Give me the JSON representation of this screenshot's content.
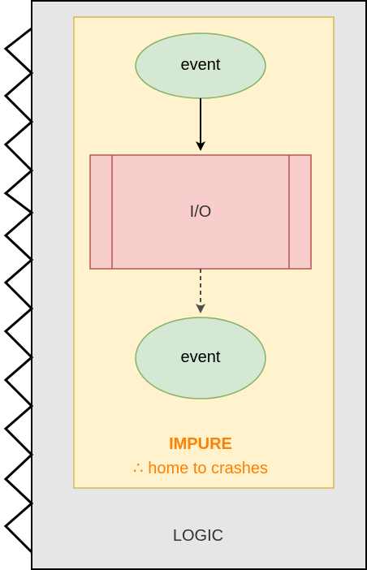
{
  "colors": {
    "logic_fill": "#e6e6e6",
    "logic_stroke": "#000000",
    "impure_fill": "#fff2cc",
    "impure_stroke": "#d6b656",
    "event_fill": "#d5e8d4",
    "event_stroke": "#82b366",
    "io_fill": "#f8cecc",
    "io_stroke": "#b85450",
    "impure_text": "#ff8000"
  },
  "nodes": {
    "event_top": "event",
    "io": "I/O",
    "event_bottom": "event"
  },
  "impure": {
    "title": "IMPURE",
    "subtitle": "∴ home to crashes"
  },
  "logic": {
    "label": "LOGIC"
  }
}
